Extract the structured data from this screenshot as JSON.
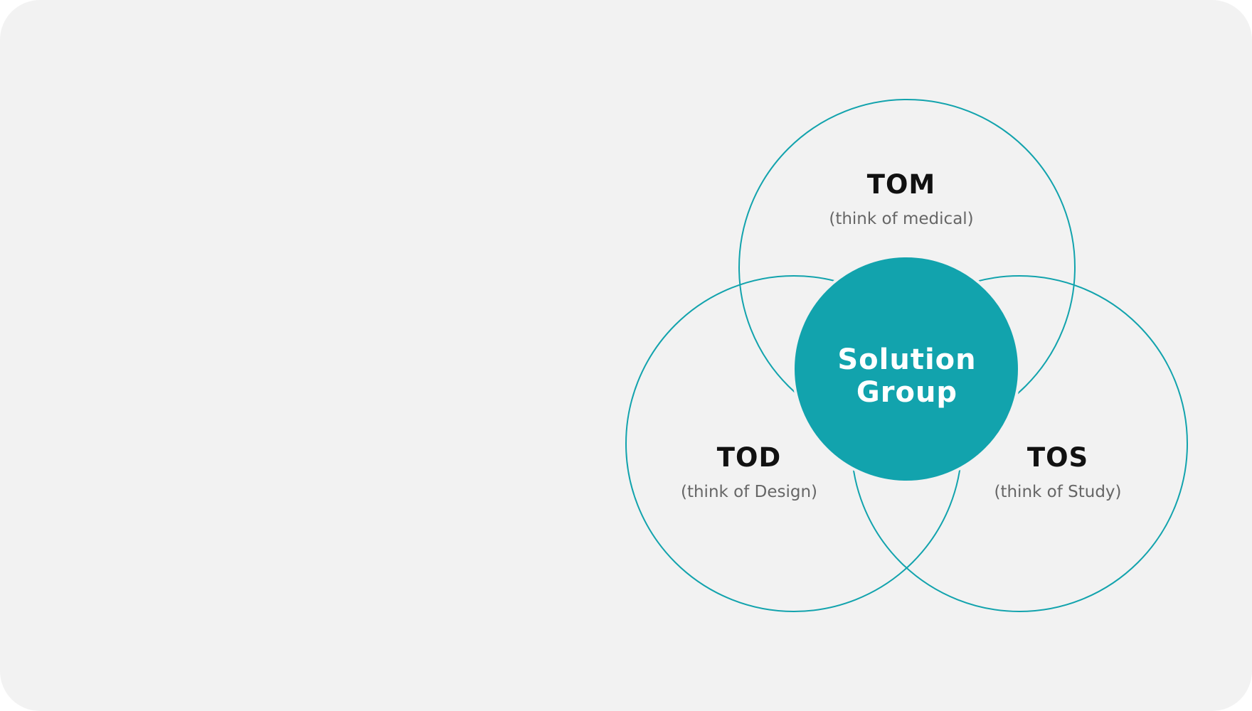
{
  "colors": {
    "accent": "#12a3ad",
    "background": "#f2f2f2",
    "title": "#111111",
    "subtitle": "#666666"
  },
  "center": {
    "line1": "Solution",
    "line2": "Group"
  },
  "circles": [
    {
      "title": "TOM",
      "subtitle": "(think of medical)"
    },
    {
      "title": "TOD",
      "subtitle": "(think of Design)"
    },
    {
      "title": "TOS",
      "subtitle": "(think of Study)"
    }
  ]
}
